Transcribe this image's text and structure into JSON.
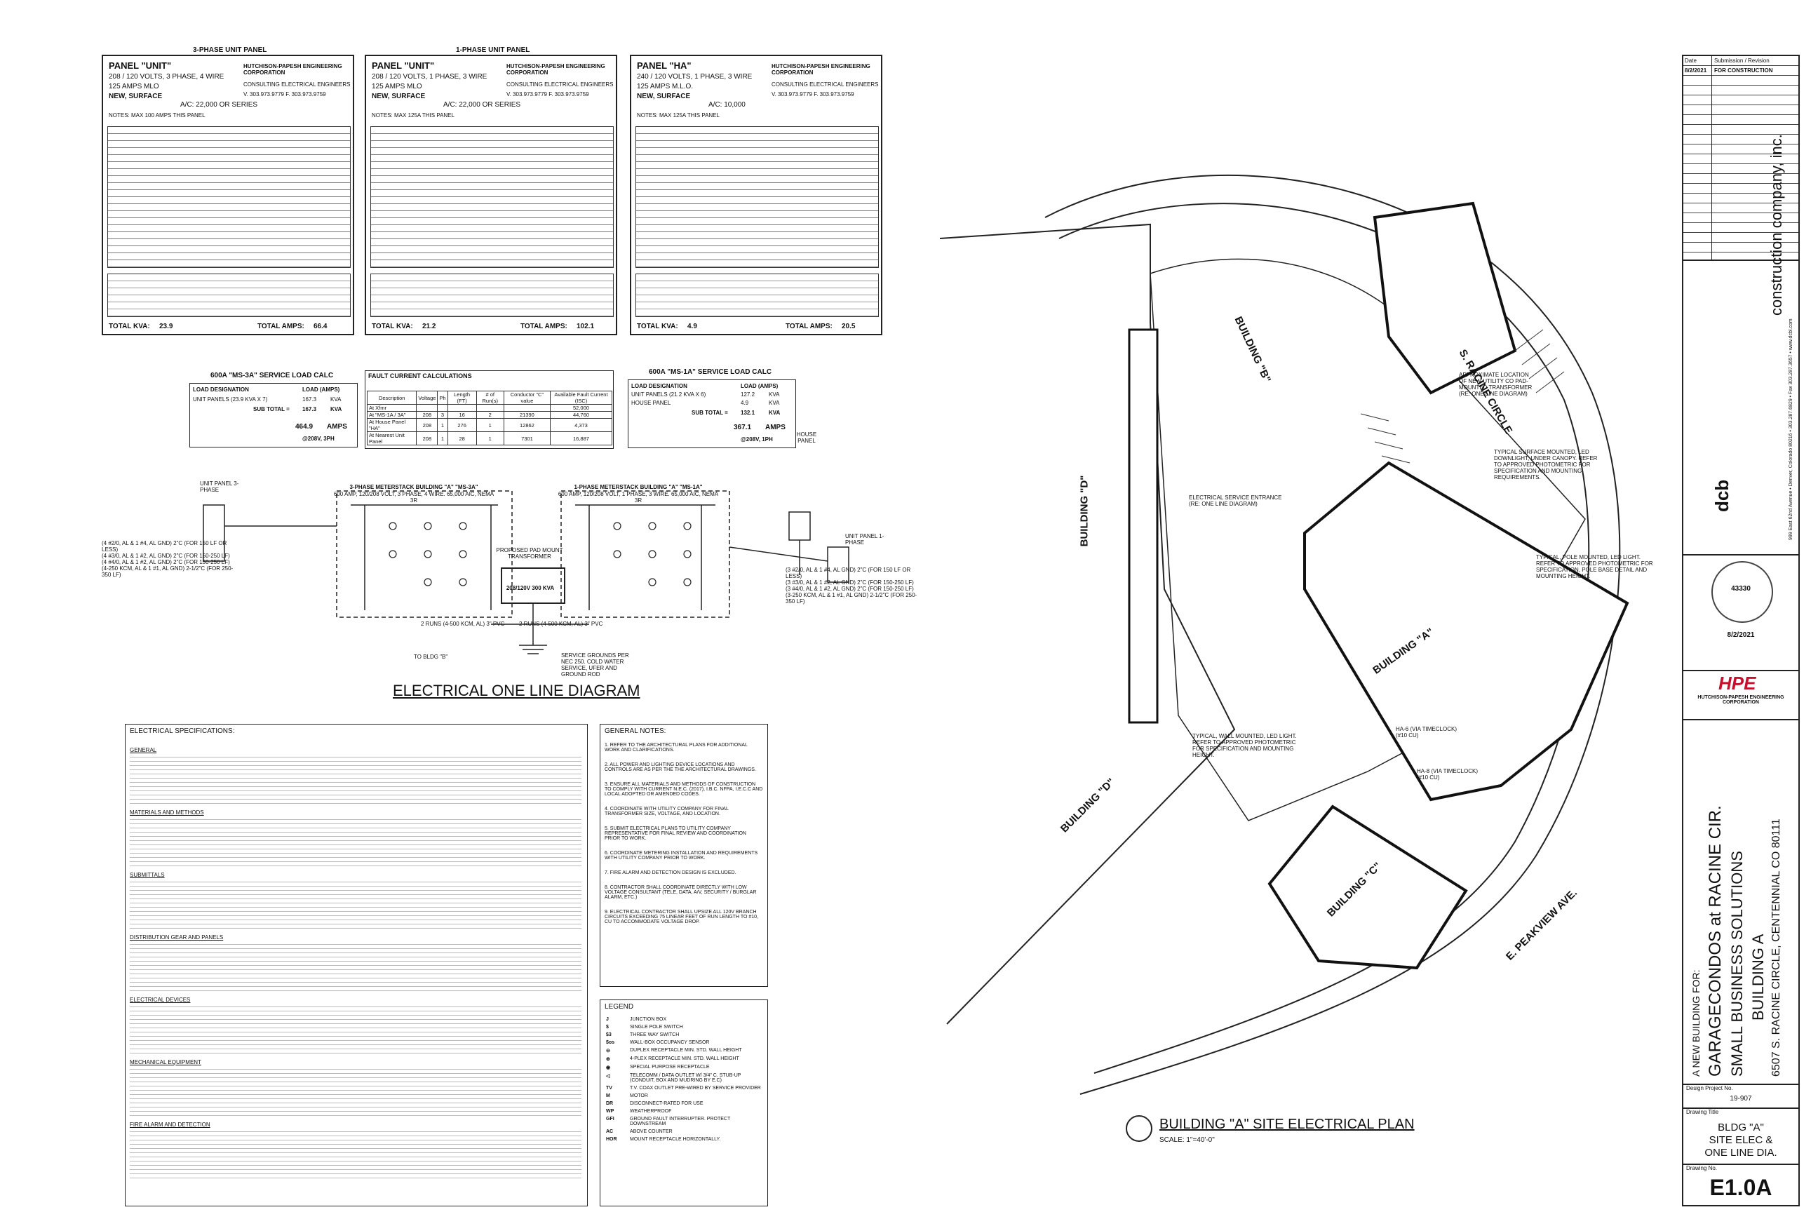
{
  "panel_sections": {
    "unit3_label": "3-PHASE UNIT PANEL",
    "unit1_label": "1-PHASE UNIT PANEL"
  },
  "panels": [
    {
      "name": "PANEL \"UNIT\"",
      "line2": "208 / 120 VOLTS, 3 PHASE, 4 WIRE",
      "line3": "125 AMPS MLO",
      "line4": "NEW, SURFACE",
      "aic": "A/C: 22,000 OR SERIES",
      "notes": "NOTES: MAX 100 AMPS THIS PANEL",
      "company": "HUTCHISON-PAPESH ENGINEERING CORPORATION",
      "company_sub": "CONSULTING ELECTRICAL ENGINEERS",
      "phone": "V. 303.973.9779 F. 303.973.9759",
      "total_kva_label": "TOTAL KVA:",
      "total_kva": "23.9",
      "total_amps_label": "TOTAL AMPS:",
      "total_amps": "66.4"
    },
    {
      "name": "PANEL \"UNIT\"",
      "line2": "208 / 120 VOLTS, 1 PHASE, 3 WIRE",
      "line3": "125 AMPS MLO",
      "line4": "NEW, SURFACE",
      "aic": "A/C: 22,000 OR SERIES",
      "notes": "NOTES: MAX 125A THIS PANEL",
      "company": "HUTCHISON-PAPESH ENGINEERING CORPORATION",
      "company_sub": "CONSULTING ELECTRICAL ENGINEERS",
      "phone": "V. 303.973.9779 F. 303.973.9759",
      "total_kva_label": "TOTAL KVA:",
      "total_kva": "21.2",
      "total_amps_label": "TOTAL AMPS:",
      "total_amps": "102.1"
    },
    {
      "name": "PANEL \"HA\"",
      "line2": "240 / 120 VOLTS, 1 PHASE, 3 WIRE",
      "line3": "125 AMPS M.L.O.",
      "line4": "NEW, SURFACE",
      "aic": "A/C: 10,000",
      "notes": "NOTES: MAX 125A THIS PANEL",
      "company": "HUTCHISON-PAPESH ENGINEERING CORPORATION",
      "company_sub": "CONSULTING ELECTRICAL ENGINEERS",
      "phone": "V. 303.973.9779 F. 303.973.9759",
      "total_kva_label": "TOTAL KVA:",
      "total_kva": "4.9",
      "total_amps_label": "TOTAL AMPS:",
      "total_amps": "20.5"
    }
  ],
  "load_calcs": [
    {
      "title": "600A \"MS-3A\" SERVICE LOAD CALC",
      "hdr_left": "LOAD DESIGNATION",
      "hdr_right": "LOAD (AMPS)",
      "row1_label": "UNIT PANELS (23.9 KVA X 7)",
      "row1_val": "167.3",
      "row1_unit": "KVA",
      "subtotal_label": "SUB TOTAL =",
      "subtotal_val": "167.3",
      "subtotal_unit": "KVA",
      "amps_val": "464.9",
      "amps_unit": "AMPS",
      "volt": "@208V, 3PH"
    },
    {
      "title": "600A \"MS-1A\" SERVICE LOAD CALC",
      "hdr_left": "LOAD DESIGNATION",
      "hdr_right": "LOAD (AMPS)",
      "row1_label": "UNIT PANELS (21.2 KVA X 6)",
      "row1_val": "127.2",
      "row1_unit": "KVA",
      "row2_label": "HOUSE PANEL",
      "row2_val": "4.9",
      "row2_unit": "KVA",
      "subtotal_label": "SUB TOTAL =",
      "subtotal_val": "132.1",
      "subtotal_unit": "KVA",
      "amps_val": "367.1",
      "amps_unit": "AMPS",
      "volt": "@208V, 1PH"
    }
  ],
  "fault": {
    "title": "FAULT CURRENT CALCULATIONS",
    "cols": [
      "Description",
      "Voltage",
      "Ph",
      "Length (FT)",
      "# of Run(s)",
      "Conductor \"C\" value",
      "Available Fault Current (ISC)"
    ],
    "rows": [
      [
        "At Xfmr",
        "",
        "",
        "",
        "",
        "",
        "52,000"
      ],
      [
        "At \"MS-1A / 3A\"",
        "208",
        "3",
        "16",
        "2",
        "21390",
        "44,760"
      ],
      [
        "At House Panel \"HA\"",
        "208",
        "1",
        "276",
        "1",
        "12862",
        "4,373"
      ],
      [
        "At Nearest Unit Panel",
        "208",
        "1",
        "28",
        "1",
        "7301",
        "16,887"
      ]
    ]
  },
  "one_line": {
    "title": "ELECTRICAL ONE LINE DIAGRAM",
    "ms3a": "3-PHASE METERSTACK BUILDING \"A\" \"MS-3A\"",
    "ms3a_sub": "600 AMP, 120/208 VOLT, 3 PHASE, 4 WIRE. 65,000 AIC, NEMA 3R",
    "ms1a": "1-PHASE METERSTACK BUILDING \"A\" \"MS-1A\"",
    "ms1a_sub": "600 AMP, 120/208 VOLT, 1 PHASE, 3 WIRE. 65,000 AIC, NEMA 3R",
    "transformer": "PROPOSED PAD MOUNT TRANSFORMER",
    "transformer_rating": "208/120V 300 KVA",
    "runs_left": "2 RUNS (4-500 KCM, AL) 3\" PVC",
    "runs_right": "2 RUNS (4-500 KCM, AL) 3\" PVC",
    "to_bldg": "TO BLDG \"B\"",
    "house_panel": "HOUSE PANEL",
    "unit_panel_left": "UNIT PANEL 3-PHASE",
    "unit_panel_right": "UNIT PANEL 1-PHASE",
    "grounding": "SERVICE GROUNDS PER NEC 250. COLD WATER SERVICE, UFER AND GROUND ROD",
    "feeders_left": "(4 #2/0, AL & 1 #4, AL GND) 2\"C (FOR 150 LF OR LESS)\n(4 #3/0, AL & 1 #2, AL GND) 2\"C (FOR 150-250 LF)\n(4 #4/0, AL & 1 #2, AL GND) 2\"C (FOR 150-250 LF)\n(4-250 KCM, AL & 1 #1, AL GND) 2-1/2\"C (FOR 250-350 LF)",
    "feeders_right": "(3 #2/0, AL & 1 #4, AL GND) 2\"C (FOR 150 LF OR LESS)\n(3 #3/0, AL & 1 #2, AL GND) 2\"C (FOR 150-250 LF)\n(3 #4/0, AL & 1 #2, AL GND) 2\"C (FOR 150-250 LF)\n(3-250 KCM, AL & 1 #1, AL GND) 2-1/2\"C (FOR 250-350 LF)"
  },
  "specs": {
    "title": "ELECTRICAL SPECIFICATIONS:",
    "sections": [
      "GENERAL",
      "MATERIALS AND METHODS",
      "SUBMITTALS",
      "DISTRIBUTION GEAR AND PANELS",
      "ELECTRICAL DEVICES",
      "MECHANICAL EQUIPMENT",
      "FIRE ALARM AND DETECTION"
    ]
  },
  "general_notes": {
    "title": "GENERAL NOTES:",
    "items": [
      "1. REFER TO THE ARCHITECTURAL PLANS FOR ADDITIONAL WORK AND CLARIFICATIONS.",
      "2. ALL POWER AND LIGHTING DEVICE LOCATIONS AND CONTROLS ARE AS PER THE THE ARCHITECTURAL DRAWINGS.",
      "3. ENSURE ALL MATERIALS AND METHODS OF CONSTRUCTION TO COMPLY WITH CURRENT N.E.C. (2017), I.B.C. NFPA, I.E.C.C AND LOCAL ADOPTED OR AMENDED CODES.",
      "4. COORDINATE WITH UTILITY COMPANY FOR FINAL TRANSFORMER SIZE, VOLTAGE, AND LOCATION.",
      "5. SUBMIT ELECTRICAL PLANS TO UTILITY COMPANY REPRESENTATIVE FOR FINAL REVIEW AND COORDINATION PRIOR TO WORK.",
      "6. COORDINATE METERING INSTALLATION AND REQUIREMENTS WITH UTILITY COMPANY PRIOR TO WORK.",
      "7. FIRE ALARM AND DETECTION DESIGN IS EXCLUDED.",
      "8. CONTRACTOR SHALL COORDINATE DIRECTLY WITH LOW VOLTAGE CONSULTANT (TELE, DATA, A/V, SECURITY / BURGLAR ALARM, ETC.)",
      "9. ELECTRICAL CONTRACTOR SHALL UPSIZE ALL 120V BRANCH CIRCUITS EXCEEDING 75 LINEAR FEET OF RUN LENGTH TO #10, CU TO ACCOMMODATE VOLTAGE DROP."
    ]
  },
  "legend": {
    "title": "LEGEND",
    "items": [
      "JUNCTION BOX",
      "SINGLE POLE SWITCH",
      "THREE WAY SWITCH",
      "WALL-BOX OCCUPANCY SENSOR",
      "DUPLEX RECEPTACLE MIN. STD. WALL HEIGHT",
      "4-PLEX RECEPTACLE MIN. STD. WALL HEIGHT",
      "SPECIAL PURPOSE RECEPTACLE",
      "TELECOMM / DATA OUTLET W/ 3/4\" C. STUB-UP (CONDUIT, BOX AND MUDRING BY E.C)",
      "T.V. COAX OUTLET PRE-WIRED BY SERVICE PROVIDER",
      "MOTOR",
      "DISCONNECT-RATED FOR USE",
      "WEATHERPROOF",
      "GROUND FAULT INTERRUPTER. PROTECT DOWNSTREAM",
      "ABOVE COUNTER",
      "MOUNT RECEPTACLE HORIZONTALLY."
    ],
    "symbols": [
      "J",
      "$",
      "$3",
      "$os",
      "⊖",
      "⊕",
      "◉",
      "◁",
      "TV",
      "M",
      "DR",
      "WP",
      "GFI",
      "AC",
      "HOR"
    ]
  },
  "site_plan": {
    "title": "BUILDING \"A\" SITE ELECTRICAL PLAN",
    "scale": "SCALE: 1\"=40'-0\"",
    "labels": {
      "bldg_a": "BUILDING \"A\"",
      "bldg_b": "BUILDING \"B\"",
      "bldg_c": "BUILDING \"C\"",
      "bldg_d1": "BUILDING \"D\"",
      "bldg_d2": "BUILDING \"D\"",
      "racine": "S. RACINE CIRCLE",
      "peakview": "E. PEAKVIEW AVE.",
      "note_transformer": "APPROXIMATE LOCATION OF NEW UTILITY CO PAD-MOUNTED TRANSFORMER (RE: ONE LINE DIAGRAM)",
      "note_downlight": "TYPICAL SURFACE MOUNTED, LED DOWNLIGHT, UNDER CANOPY. REFER TO APPROVED PHOTOMETRIC FOR SPECIFICATION AND MOUNTING REQUIREMENTS.",
      "note_entrance": "ELECTRICAL SERVICE ENTRANCE (RE: ONE LINE DIAGRAM)",
      "note_pole": "TYPICAL, POLE MOUNTED, LED LIGHT. REFER TO APPROVED PHOTOMETRIC FOR SPECIFICATION, POLE BASE DETAIL AND MOUNTING HEIGHT.",
      "note_wall": "TYPICAL, WALL MOUNTED, LED LIGHT. REFER TO APPROVED PHOTOMETRIC FOR SPECIFICATION AND MOUNTING HEIGHT.",
      "note_ha6": "HA-6 (VIA TIMECLOCK) (#10 CU)",
      "note_ha8": "HA-8 (VIA TIMECLOCK) (#10 CU)"
    }
  },
  "title_block": {
    "date_hdr": "Date",
    "submission_hdr": "Submission / Revision",
    "date": "8/2/2021",
    "submission": "FOR CONSTRUCTION",
    "company": "construction company, inc.",
    "company_addr": "999 East 62nd Avenue • Denver, Colorado 80216 • 303.287.6829 • Fax 303.287.3657 • www.dcbl.com",
    "seal_no": "43330",
    "seal_date": "8/2/2021",
    "hpe": "HPE",
    "hpe_name": "HUTCHISON-PAPESH ENGINEERING CORPORATION",
    "project_line1": "A NEW BUILDING FOR:",
    "project_line2": "GARAGECONDOS at RACINE CIR.",
    "project_line3": "SMALL BUSINESS SOLUTIONS",
    "project_line4": "BUILDING A",
    "project_line5": "6507 S. RACINE CIRCLE, CENTENNIAL CO 80111",
    "project_no_label": "Design Project No.",
    "project_no": "19-907",
    "drawing_title_label": "Drawing Title",
    "drawing_title1": "BLDG \"A\"",
    "drawing_title2": "SITE ELEC &",
    "drawing_title3": "ONE LINE DIA.",
    "drawing_no_label": "Drawing No.",
    "drawing_no": "E1.0A"
  },
  "colors": {
    "line": "#222222",
    "hpe_red": "#c8102e"
  }
}
